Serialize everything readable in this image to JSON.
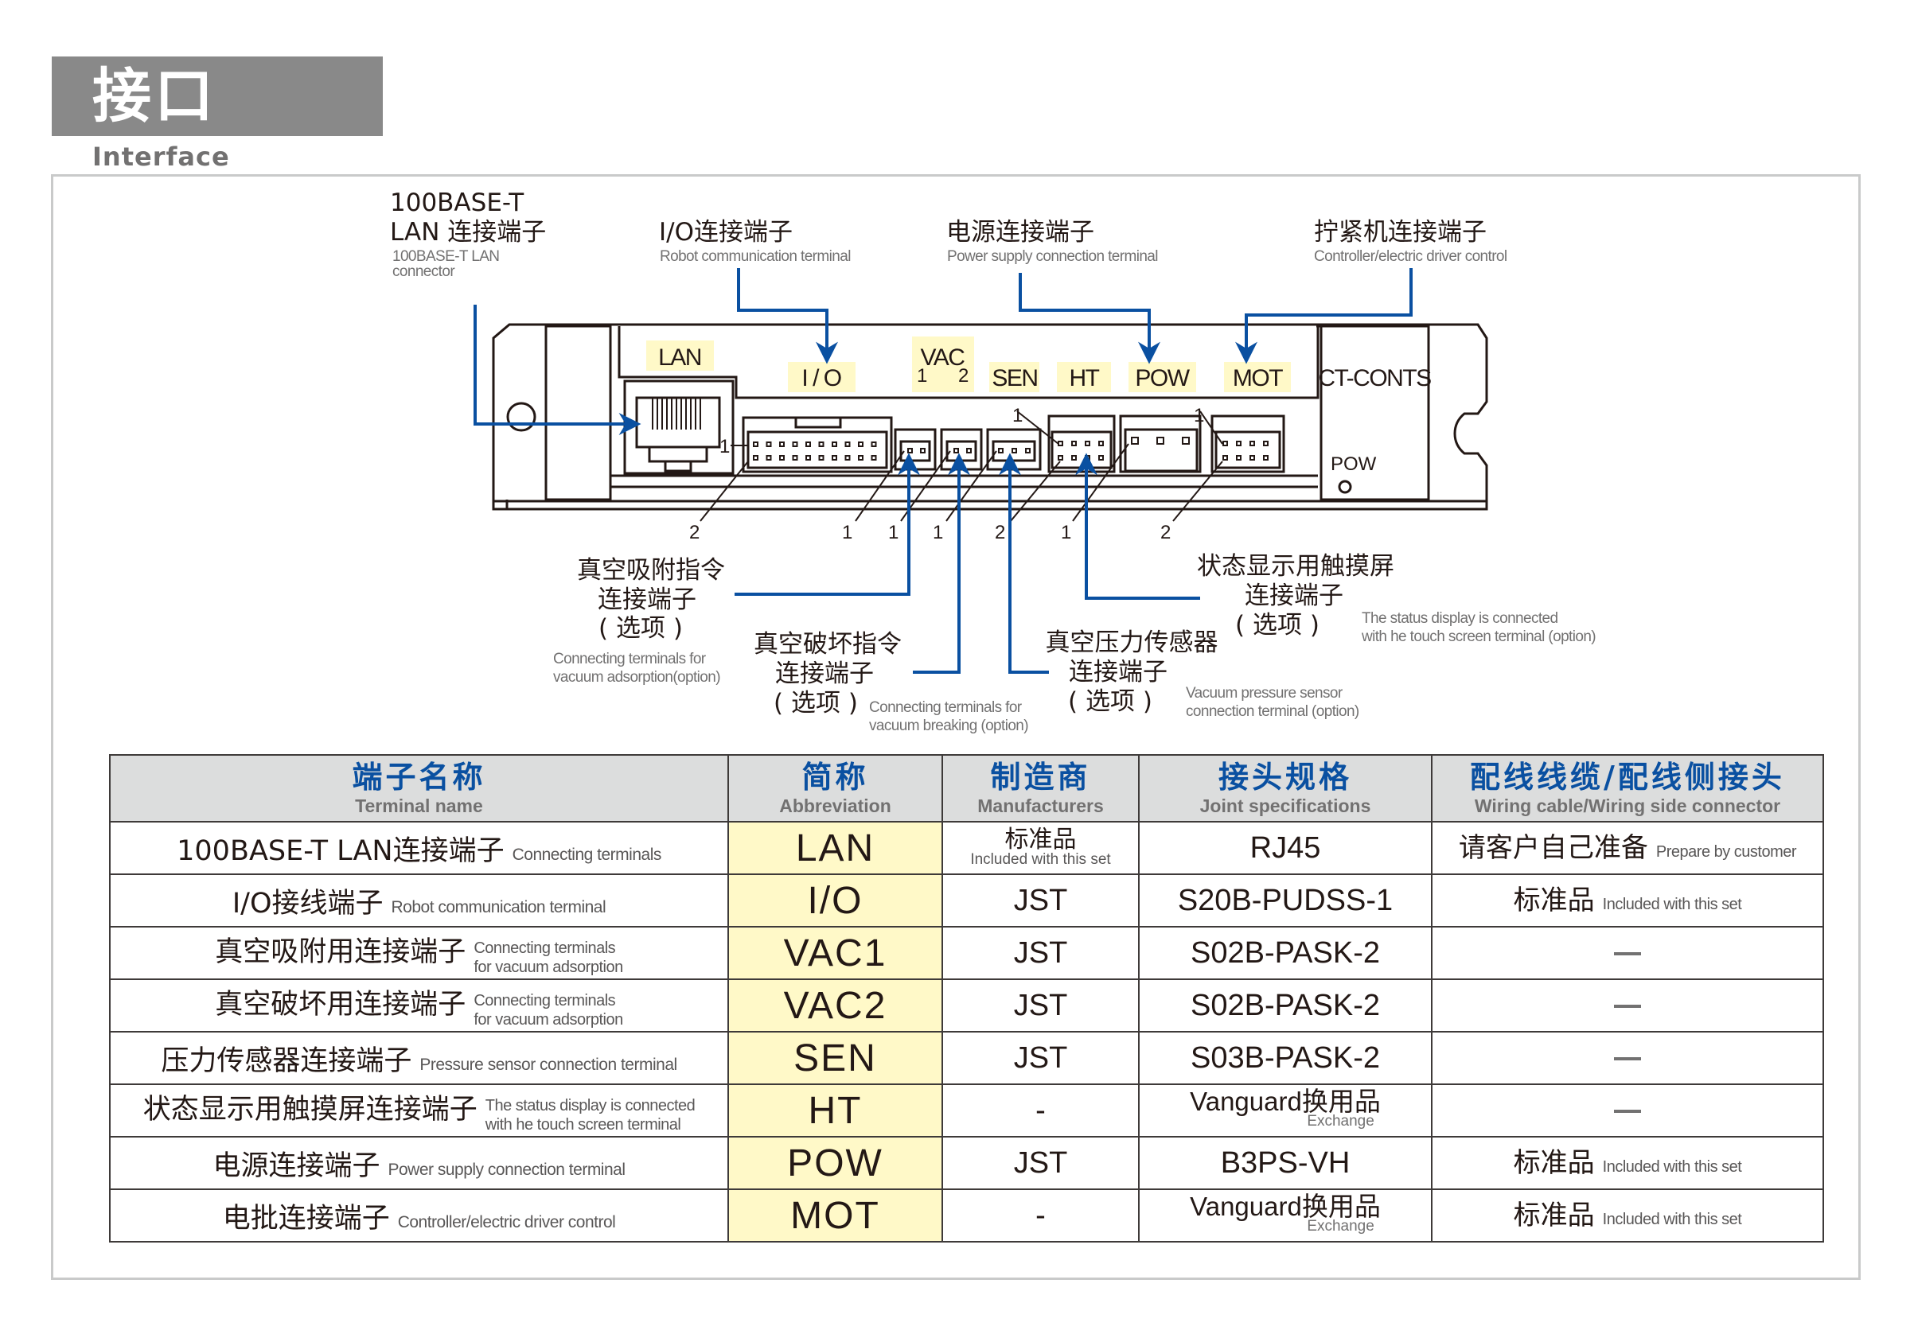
{
  "header": {
    "title_cn": "接口",
    "title_en": "Interface"
  },
  "colors": {
    "title_bg": "#898989",
    "callout_blue": "#0a50a1",
    "label_highlight": "#fff9c8",
    "table_header_bg": "#dcdddd"
  },
  "device": {
    "model_label": "CT-CONTS",
    "pow_led_label": "POW",
    "port_labels": {
      "lan": "LAN",
      "io": "I / O",
      "vac": "VAC",
      "vac_1": "1",
      "vac_2": "2",
      "sen": "SEN",
      "ht": "HT",
      "pow": "POW",
      "mot": "MOT"
    },
    "pin_numbers": {
      "io_pin1": "1",
      "io_pin2": "2",
      "vac1_pin": "1",
      "vac2_pin": "1",
      "sen_pin": "1",
      "ht_pin1": "1",
      "ht_pin2": "2",
      "pow_pin": "1",
      "mot_pin1": "1",
      "mot_pin2": "2"
    }
  },
  "callouts": {
    "lan": {
      "cn_line1": "100BASE-T",
      "cn_line2": "LAN 连接端子",
      "en_line1": "100BASE-T LAN",
      "en_line2": "connector"
    },
    "io": {
      "cn": "I/O连接端子",
      "en": "Robot communication terminal"
    },
    "pow": {
      "cn": "电源连接端子",
      "en": "Power supply connection terminal"
    },
    "mot": {
      "cn": "拧紧机连接端子",
      "en": "Controller/electric driver control"
    },
    "vac1": {
      "cn_line1": "真空吸附指令",
      "cn_line2": "连接端子",
      "cn_line3": "( 选项 )",
      "en_line1": "Connecting terminals for",
      "en_line2": "vacuum adsorption(option)"
    },
    "vac2": {
      "cn_line1": "真空破坏指令",
      "cn_line2": "连接端子",
      "cn_line3": "( 选项 )",
      "en_line1": "Connecting terminals for",
      "en_line2": "vacuum breaking (option)"
    },
    "sen": {
      "cn_line1": "真空压力传感器",
      "cn_line2": "连接端子",
      "cn_line3": "( 选项 )",
      "en_line1": "Vacuum pressure sensor",
      "en_line2": "connection terminal (option)"
    },
    "ht": {
      "cn_line1": "状态显示用触摸屏",
      "cn_line2": "连接端子",
      "cn_line3": "( 选项 )",
      "en_line1": "The status display is connected",
      "en_line2": "with he touch screen terminal (option)"
    }
  },
  "table": {
    "columns": [
      {
        "cn": "端子名称",
        "en": "Terminal name"
      },
      {
        "cn": "简称",
        "en": "Abbreviation"
      },
      {
        "cn": "制造商",
        "en": "Manufacturers"
      },
      {
        "cn": "接头规格",
        "en": "Joint specifications"
      },
      {
        "cn": "配线线缆/配线侧接头",
        "en": "Wiring cable/Wiring side connector"
      }
    ],
    "rows": [
      {
        "name_cn": "100BASE-T LAN连接端子",
        "name_en": "Connecting terminals",
        "name_en2": "",
        "abbr": "LAN",
        "mfr": "标准品",
        "mfr_en": "Included with this set",
        "joint": "RJ45",
        "joint_en": "",
        "wiring_cn": "请客户自己准备",
        "wiring_en": "Prepare by customer"
      },
      {
        "name_cn": "I/O接线端子",
        "name_en": "Robot communication terminal",
        "name_en2": "",
        "abbr": "I/O",
        "mfr": "JST",
        "mfr_en": "",
        "joint": "S20B-PUDSS-1",
        "joint_en": "",
        "wiring_cn": "标准品",
        "wiring_en": "Included with this set"
      },
      {
        "name_cn": "真空吸附用连接端子",
        "name_en": "Connecting terminals",
        "name_en2": "for vacuum adsorption",
        "abbr": "VAC1",
        "mfr": "JST",
        "mfr_en": "",
        "joint": "S02B-PASK-2",
        "joint_en": "",
        "wiring_cn": "—",
        "wiring_en": ""
      },
      {
        "name_cn": "真空破坏用连接端子",
        "name_en": "Connecting terminals",
        "name_en2": "for vacuum adsorption",
        "abbr": "VAC2",
        "mfr": "JST",
        "mfr_en": "",
        "joint": "S02B-PASK-2",
        "joint_en": "",
        "wiring_cn": "—",
        "wiring_en": ""
      },
      {
        "name_cn": "压力传感器连接端子",
        "name_en": "Pressure sensor connection terminal",
        "name_en2": "",
        "abbr": "SEN",
        "mfr": "JST",
        "mfr_en": "",
        "joint": "S03B-PASK-2",
        "joint_en": "",
        "wiring_cn": "—",
        "wiring_en": ""
      },
      {
        "name_cn": "状态显示用触摸屏连接端子",
        "name_en": "The status display is connected",
        "name_en2": "with he touch screen terminal",
        "abbr": "HT",
        "mfr": "-",
        "mfr_en": "",
        "joint": "Vanguard换用品",
        "joint_en": "Exchange",
        "wiring_cn": "—",
        "wiring_en": ""
      },
      {
        "name_cn": "电源连接端子",
        "name_en": "Power supply connection terminal",
        "name_en2": "",
        "abbr": "POW",
        "mfr": "JST",
        "mfr_en": "",
        "joint": "B3PS-VH",
        "joint_en": "",
        "wiring_cn": "标准品",
        "wiring_en": "Included with this set"
      },
      {
        "name_cn": "电批连接端子",
        "name_en": "Controller/electric driver control",
        "name_en2": "",
        "abbr": "MOT",
        "mfr": "-",
        "mfr_en": "",
        "joint": "Vanguard换用品",
        "joint_en": "Exchange",
        "wiring_cn": "标准品",
        "wiring_en": "Included with this set"
      }
    ]
  }
}
